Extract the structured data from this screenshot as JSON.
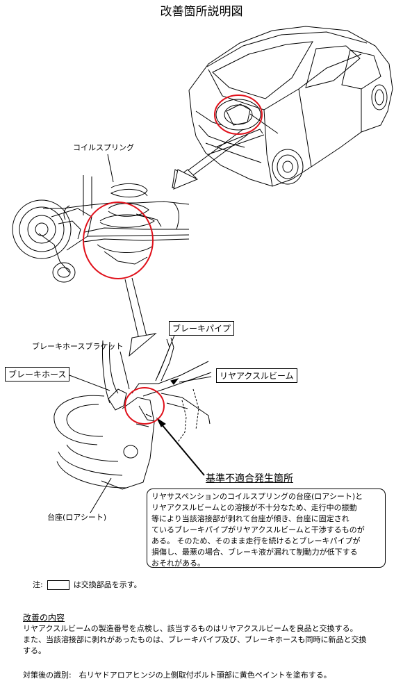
{
  "title": "改善箇所説明図",
  "labels": {
    "coil_spring": "コイルスプリング",
    "brake_hose_bracket": "ブレーキホースブラケット",
    "brake_pipe": "ブレーキパイプ",
    "brake_hose": "ブレーキホース",
    "rear_axle_beam": "リヤアクスルビーム",
    "lower_seat": "台座(ロアシート)"
  },
  "hazard": {
    "title": "基準不適合発生箇所",
    "lines": [
      "リヤサスペンションのコイルスプリングの台座(ロアシート)と",
      "リヤアクスルビームとの溶接が不十分なため、走行中の振動",
      "等により当該溶接部が剥れて台座が傾き、台座に固定され",
      "ているブレーキパイプがリヤアクスルビームと干渉するものが",
      "ある。 そのため、そのまま走行を続けるとブレーキパイプが",
      "損傷し、最悪の場合、ブレーキ液が漏れて制動力が低下する",
      "おそれがある。"
    ]
  },
  "note": {
    "prefix": "注:",
    "suffix": "は交換部品を示す。"
  },
  "improvement": {
    "title": "改善の内容",
    "lines": [
      "リヤアクスルビームの製造番号を点検し、該当するものはリヤアクスルビームを良品と交換する。",
      "また、当該溶接部に剥れがあったものは、ブレーキパイプ及び、ブレーキホースも同時に新品と交換",
      "する。"
    ]
  },
  "identification": "対策後の識別:　右リヤドアロアヒンジの上側取付ボルト頭部に黄色ペイントを塗布する。",
  "colors": {
    "highlight_circle": "#e0101a",
    "line": "#000000"
  }
}
